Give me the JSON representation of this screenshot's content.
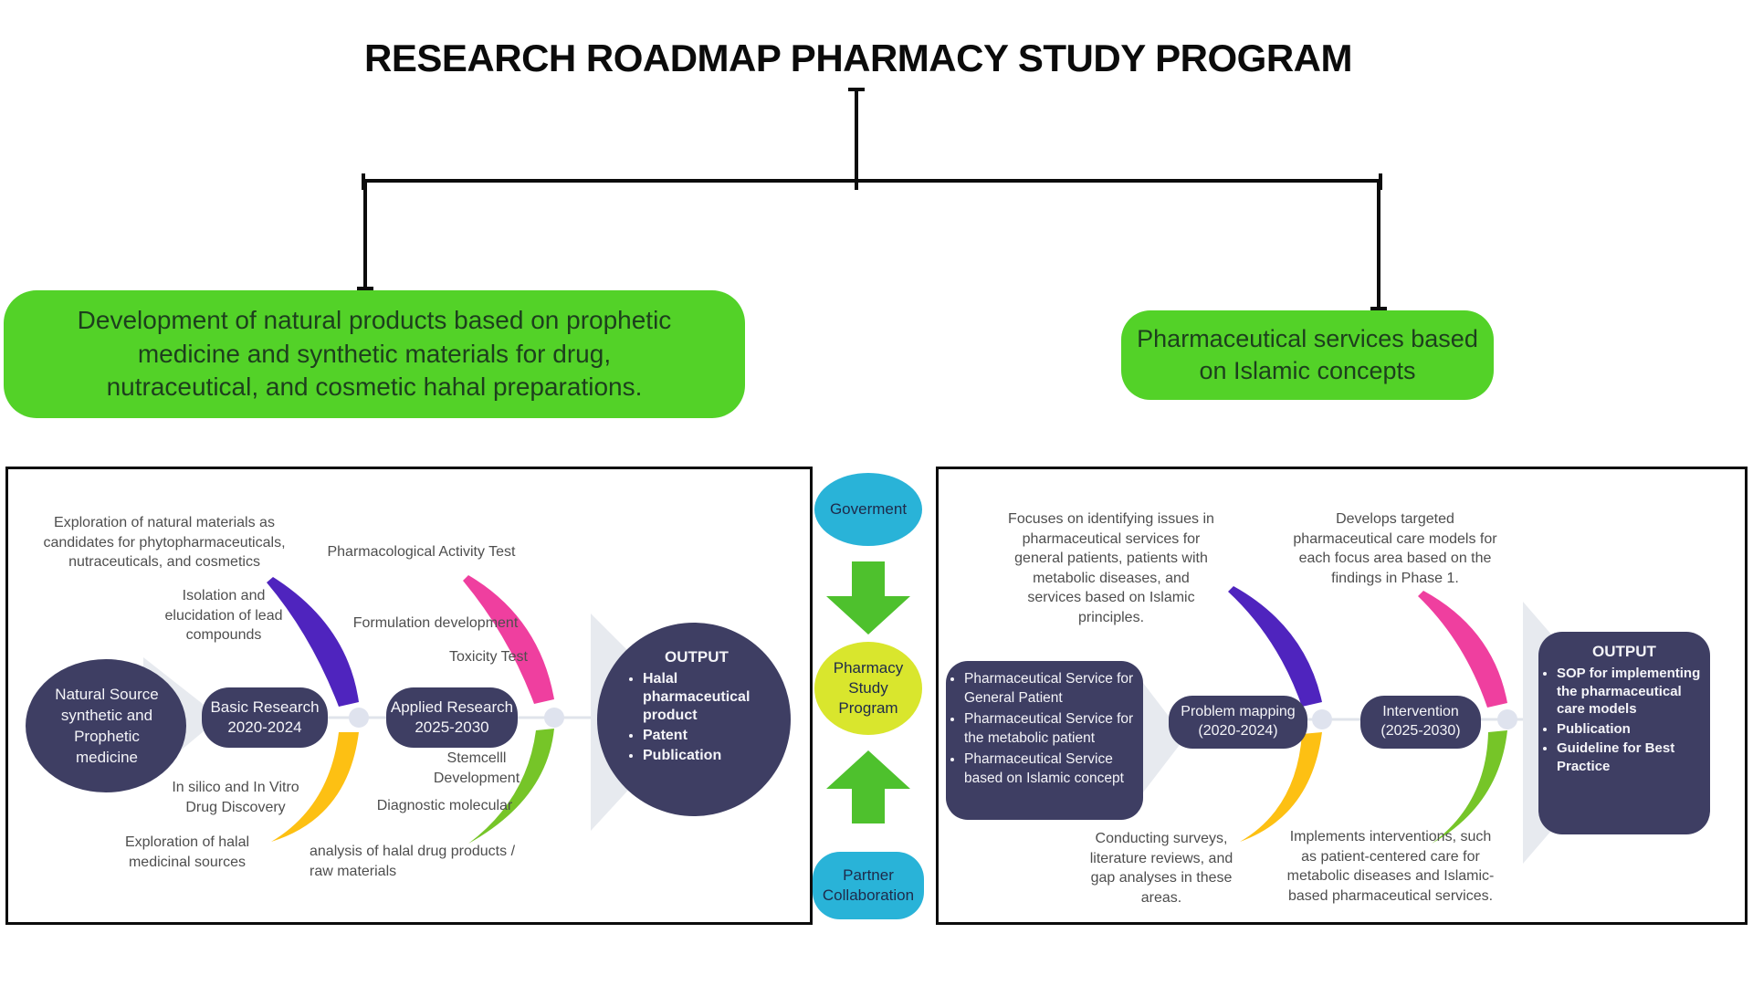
{
  "title": "RESEARCH ROADMAP PHARMACY STUDY PROGRAM",
  "branches": {
    "left": "Development of natural products based on prophetic\nmedicine and synthetic materials for drug,\nnutraceutical, and cosmetic hahal preparations.",
    "right": "Pharmaceutical services based\non Islamic concepts"
  },
  "flow": {
    "government": "Goverment",
    "program": "Pharmacy\nStudy\nProgram",
    "partner": "Partner\nCollaboration"
  },
  "left_panel": {
    "source_ellipse": "Natural Source\nsynthetic and\nProphetic\nmedicine",
    "phase1_box": "Basic Research\n2020-2024",
    "phase2_box": "Applied Research\n2025-2030",
    "labels": {
      "exploration_natural": "Exploration of natural materials as\ncandidates for phytopharmaceuticals,\nnutraceuticals, and cosmetics",
      "pharmacological": "Pharmacological Activity Test",
      "isolation": "Isolation and\nelucidation of lead\ncompounds",
      "formulation": "Formulation development",
      "toxicity": "Toxicity Test",
      "in_silico": "In silico and In Vitro\nDrug Discovery",
      "stemcell": "Stemcelll\nDevelopment",
      "diagnostic": "Diagnostic molecular",
      "exploration_halal": "Exploration of halal\nmedicinal sources",
      "analysis": "analysis of halal drug products /\nraw materials"
    },
    "output": {
      "title": "OUTPUT",
      "items": [
        "Halal pharmaceutical product",
        "Patent",
        "Publication"
      ]
    }
  },
  "right_panel": {
    "phase1_desc": "Focuses on identifying issues in\npharmaceutical services for\ngeneral patients, patients with\nmetabolic diseases, and\nservices based on Islamic\nprinciples.",
    "phase2_desc": "Develops targeted\npharmaceutical care models for\neach focus area based on the\nfindings in Phase 1.",
    "services": {
      "items": [
        "Pharmaceutical Service for General Patient",
        "Pharmaceutical Service for the metabolic patient",
        "Pharmaceutical Service based on Islamic concept"
      ]
    },
    "phase1_box": "Problem mapping\n(2020-2024)",
    "phase2_box": "Intervention\n(2025-2030)",
    "output": {
      "title": "OUTPUT",
      "items": [
        "SOP for implementing the pharmaceutical care models",
        "Publication",
        "Guideline for Best Practice"
      ]
    },
    "phase1_method": "Conducting surveys,\nliterature reviews, and\ngap analyses in these\nareas.",
    "phase2_method": "Implements interventions, such\nas patient-centered care for\nmetabolic diseases and Islamic-\nbased pharmaceutical services."
  },
  "colors": {
    "green": "#53d228",
    "green_text": "#1d3f1d",
    "cyan": "#29b3d8",
    "lime": "#d9e62d",
    "arrow": "#4ec12d",
    "navy": "#3e3e63",
    "purple": "#4f24be",
    "gold": "#fdc013",
    "pink": "#ef3f9f",
    "curve_green": "#76c528",
    "chev": "#e7eaef",
    "node": "#dfe3ee",
    "line": "#e0e4eb",
    "text_gray": "#4e4e4e"
  }
}
